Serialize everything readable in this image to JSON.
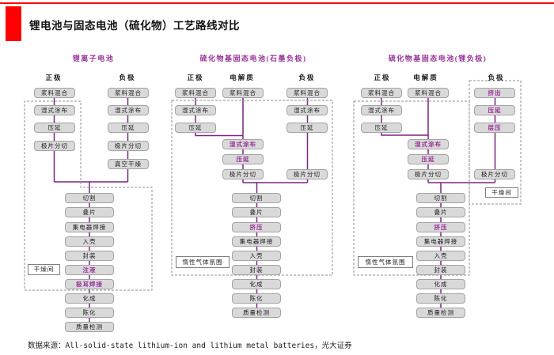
{
  "page": {
    "title": "锂电池与固态电池（硫化物）工艺路线对比",
    "source": "数据来源：All-solid-state lithium-ion and lithium metal batteries，光大证券"
  },
  "colors": {
    "accent_red": "#ff0000",
    "flow_line_purple": "#7b2382",
    "highlight_text_purple": "#993399",
    "step_box_fill": "#d9d9d9"
  },
  "columns": [
    {
      "title": "锂离子电池",
      "env_labels": [
        "干燥间"
      ],
      "cathode": {
        "label": "正极",
        "steps": [
          "浆料混合",
          "湿式涂布",
          "压延",
          "极片分切"
        ]
      },
      "anode": {
        "label": "负极",
        "steps": [
          "浆料混合",
          "湿式涂布",
          "压延",
          "极片分切",
          "真空干燥"
        ]
      },
      "assembly": {
        "steps": [
          "切割",
          "叠片",
          "集电器焊接",
          "入壳",
          "封装",
          "注液",
          "极耳焊接",
          "化成",
          "陈化",
          "质量检测"
        ]
      }
    },
    {
      "title": "硫化物基固态电池(石墨负极)",
      "env_labels": [
        "惰性气体氛围"
      ],
      "cathode": {
        "label": "正极",
        "steps": [
          "浆料混合",
          "湿式涂布",
          "压延"
        ]
      },
      "electrolyte": {
        "label": "电解质",
        "steps": [
          "浆料混合",
          "湿式涂布",
          "压延",
          "极片分切"
        ]
      },
      "anode": {
        "label": "负极",
        "steps": [
          "浆料混合",
          "湿式涂布",
          "压延",
          "极片分切"
        ]
      },
      "assembly": {
        "steps": [
          "切割",
          "叠片",
          "挤压",
          "集电器焊接",
          "入壳",
          "封装",
          "化成",
          "陈化",
          "质量检测"
        ]
      }
    },
    {
      "title": "硫化物基固态电池(锂负极)",
      "env_labels": [
        "惰性气体氛围",
        "干燥间"
      ],
      "cathode": {
        "label": "正极",
        "steps": [
          "浆料混合",
          "湿式涂布",
          "压延"
        ]
      },
      "electrolyte": {
        "label": "电解质",
        "steps": [
          "浆料混合",
          "湿式涂布",
          "压延",
          "极片分切"
        ]
      },
      "anode": {
        "label": "负极",
        "steps": [
          "挤出",
          "压延",
          "层压",
          "极片分切"
        ]
      },
      "assembly": {
        "steps": [
          "切割",
          "叠片",
          "挤压",
          "集电器焊接",
          "入壳",
          "封装",
          "化成",
          "陈化",
          "质量检测"
        ]
      }
    }
  ]
}
